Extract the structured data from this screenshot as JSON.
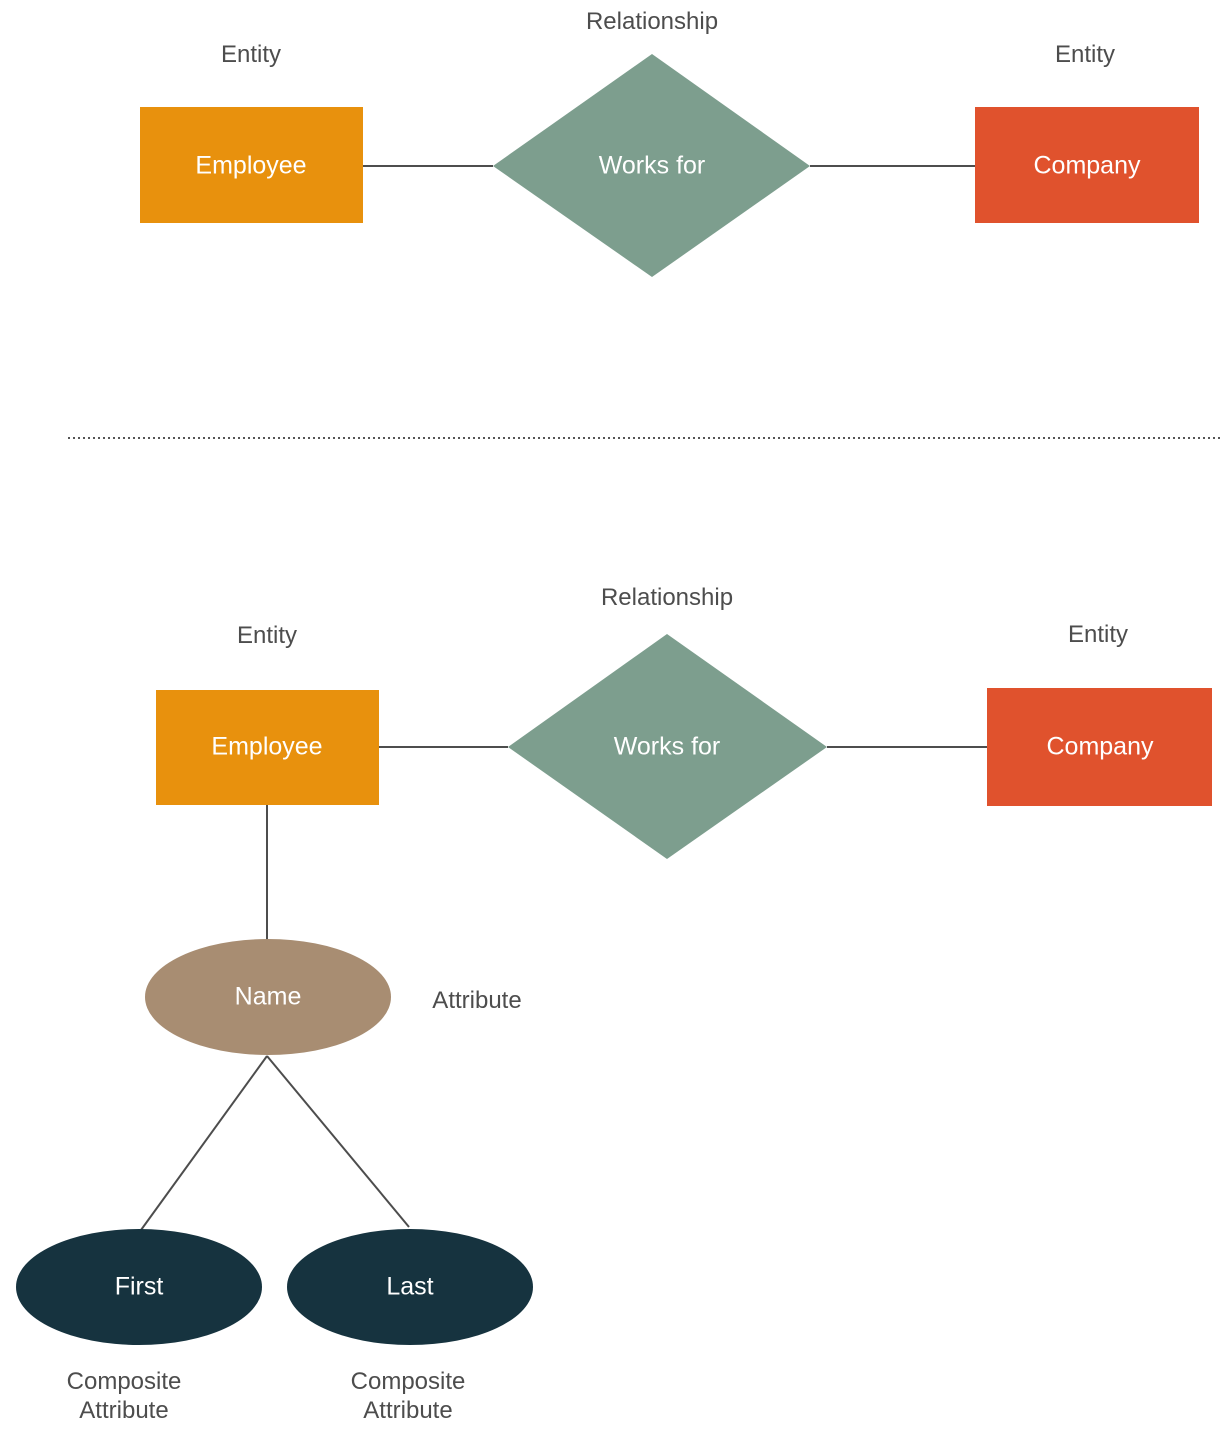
{
  "colors": {
    "entity_fill_left": "#E8910D",
    "entity_fill_right": "#E0522D",
    "relationship_fill": "#7D9E8E",
    "attribute_fill": "#A88D72",
    "composite_attribute_fill": "#16333F",
    "annotation_text": "#4D4D4D",
    "shape_text": "#FFFFFF",
    "connector": "#4D4D4D"
  },
  "top_diagram": {
    "entity_left_label": "Entity",
    "relationship_label": "Relationship",
    "entity_right_label": "Entity",
    "nodes": {
      "employee": "Employee",
      "works_for": "Works for",
      "company": "Company"
    }
  },
  "bottom_diagram": {
    "entity_left_label": "Entity",
    "relationship_label": "Relationship",
    "entity_right_label": "Entity",
    "attribute_label": "Attribute",
    "composite_attribute_left_label": "Composite\nAttribute",
    "composite_attribute_right_label": "Composite\nAttribute",
    "nodes": {
      "employee": "Employee",
      "works_for": "Works for",
      "company": "Company",
      "name": "Name",
      "first": "First",
      "last": "Last"
    }
  }
}
